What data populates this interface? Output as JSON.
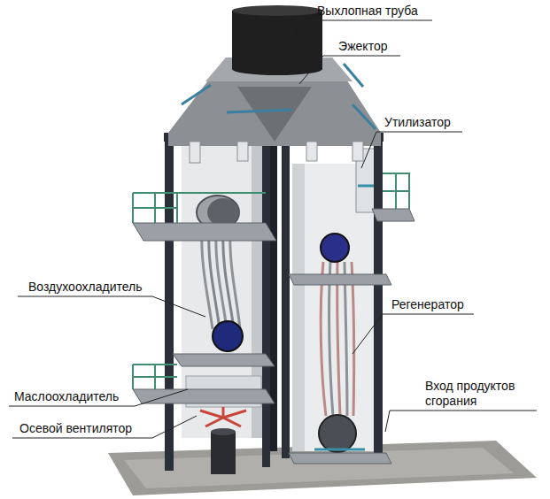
{
  "diagram": {
    "labels": [
      "Выхлопная труба",
      "Эжектор",
      "Утилизатор",
      "Воздухоохладитель",
      "Регенератор",
      "Вход продуктов сгорания",
      "Маслоохладитель",
      "Осевой вентилятор"
    ]
  }
}
